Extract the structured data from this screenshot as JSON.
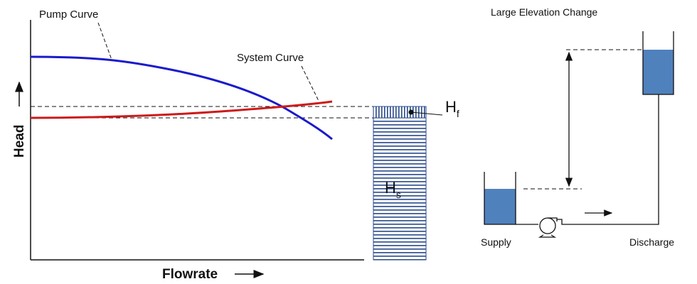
{
  "chart": {
    "pump_curve_label": "Pump Curve",
    "system_curve_label": "System Curve",
    "x_axis_label": "Flowrate",
    "y_axis_label": "Head",
    "hf_label": "H",
    "hf_subscript": "f",
    "hs_label": "H",
    "hs_subscript": "s",
    "pump_curve_color": "#1a1acc",
    "system_curve_color": "#cc1a1a",
    "bar_stripe_color": "#2a4a8a"
  },
  "schematic": {
    "title": "Large Elevation Change",
    "supply_label": "Supply",
    "discharge_label": "Discharge",
    "water_color": "#4f81bd"
  }
}
